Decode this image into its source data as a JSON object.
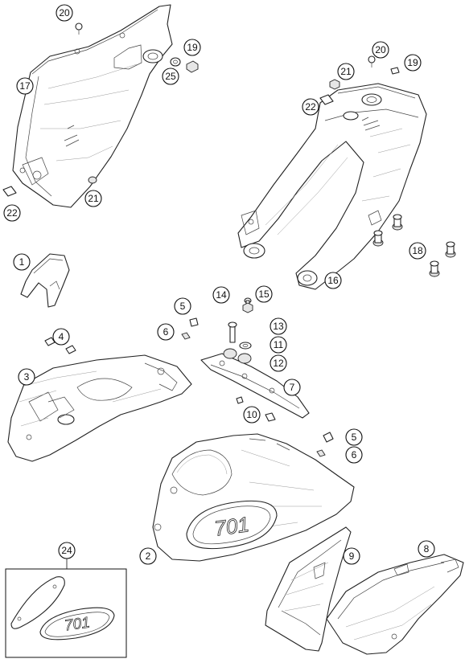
{
  "callouts": {
    "c1": "1",
    "c2": "2",
    "c3": "3",
    "c4": "4",
    "c5a": "5",
    "c5b": "5",
    "c6a": "6",
    "c6b": "6",
    "c7": "7",
    "c8": "8",
    "c9": "9",
    "c10": "10",
    "c11": "11",
    "c12": "12",
    "c13": "13",
    "c14": "14",
    "c15": "15",
    "c16": "16",
    "c17": "17",
    "c18": "18",
    "c19a": "19",
    "c19b": "19",
    "c20a": "20",
    "c20b": "20",
    "c21a": "21",
    "c21b": "21",
    "c22a": "22",
    "c22b": "22",
    "c24": "24",
    "c25": "25"
  },
  "badges": {
    "tank_badge_text": "701",
    "inset_badge_text": "701"
  },
  "colors": {
    "line": "#222222",
    "background": "#ffffff"
  }
}
